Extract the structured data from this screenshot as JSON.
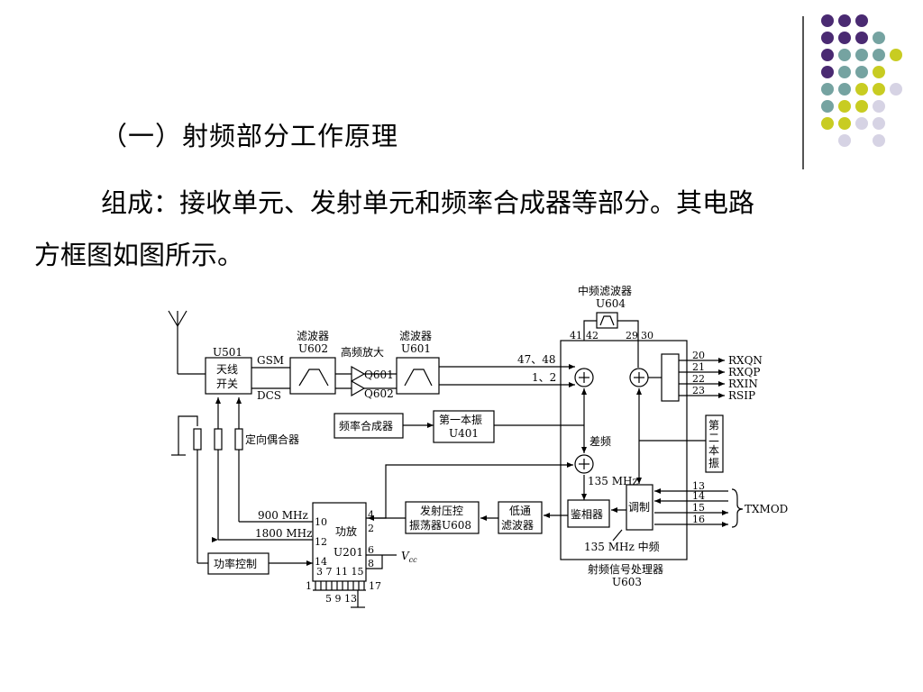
{
  "slide": {
    "heading": "（一）射频部分工作原理",
    "paragraph_line1": "组成：接收单元、发射单元和频率合成器等部分。其电路",
    "paragraph_line2": "方框图如图所示。"
  },
  "decor_colors": {
    "purple": "#4a2a72",
    "teal": "#75a3a1",
    "yellow": "#c8cc22",
    "lavender": "#d6d3e4"
  },
  "diagram": {
    "if_filter": "中频滤波器",
    "u604": "U604",
    "u501": "U501",
    "antenna_switch_1": "天线",
    "antenna_switch_2": "开关",
    "gsm": "GSM",
    "dcs": "DCS",
    "filter_u602_1": "滤波器",
    "filter_u602_2": "U602",
    "hf_amp": "高频放大",
    "q601": "Q601",
    "q602": "Q602",
    "filter_u601_1": "滤波器",
    "filter_u601_2": "U601",
    "pin_47_48": "47、48",
    "pin_1_2": "1、2",
    "pin_41": "41",
    "pin_42": "42",
    "pin_29": "29",
    "pin_30": "30",
    "pin_20": "20",
    "pin_21": "21",
    "pin_22": "22",
    "pin_23": "23",
    "rxqn": "RXQN",
    "rxqp": "RXQP",
    "rxin": "RXIN",
    "rsip": "RSIP",
    "synth": "频率合成器",
    "lo1_1": "第一本振",
    "lo1_2": "U401",
    "diff_freq": "差频",
    "lo2_1": "第",
    "lo2_2": "二",
    "lo2_3": "本",
    "lo2_4": "振",
    "coupler": "定向偶合器",
    "f135": "135 MHz",
    "f900": "900 MHz",
    "f1800": "1800 MHz",
    "pin_10": "10",
    "pin_12": "12",
    "pin_14": "14",
    "pa_1": "功放",
    "pa_2": "U201",
    "pin_4": "4",
    "pin_2": "2",
    "pin_6": "6",
    "pin_8": "8",
    "vcc": "V",
    "vcc_sub": "cc",
    "vco_1": "发射压控",
    "vco_2": "振荡器U608",
    "lpf_1": "低通",
    "lpf_2": "滤波器",
    "phase_det": "鉴相器",
    "modulator": "调制",
    "pin_13": "13",
    "pin_14b": "14",
    "pin_15": "15",
    "pin_16": "16",
    "txmod": "TXMOD",
    "power_ctrl": "功率控制",
    "bottom_pins_top": "3 7 11 15",
    "pin_1": "1",
    "pin_17": "17",
    "bottom_pins_bottom": "5 9 13",
    "if135": "135 MHz 中频",
    "rfsp": "射频信号处理器",
    "u603": "U603"
  }
}
